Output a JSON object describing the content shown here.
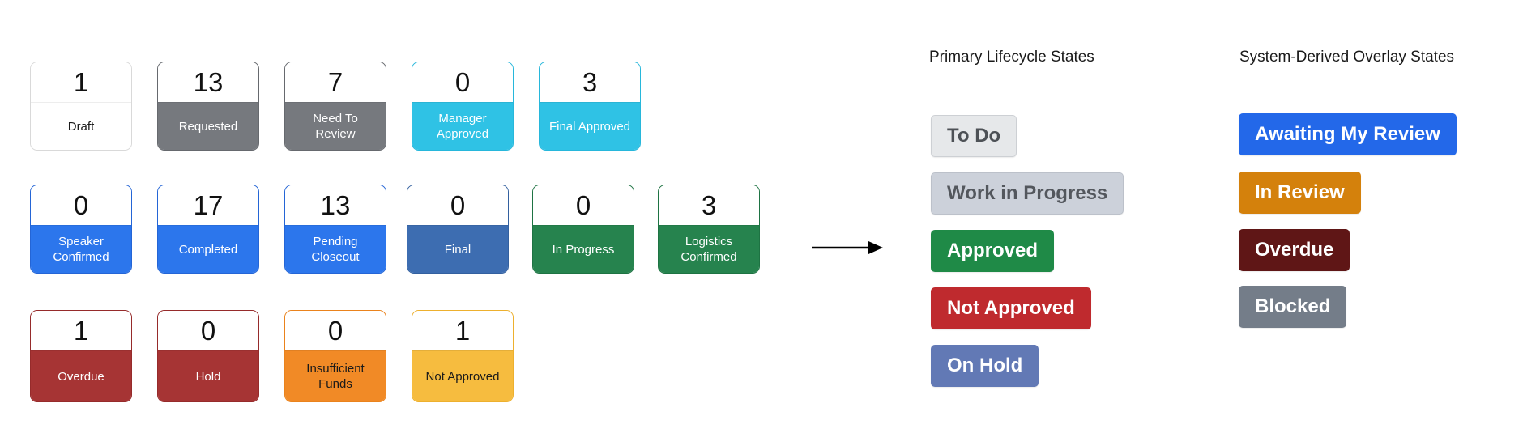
{
  "cards": [
    {
      "count": "1",
      "label": "Draft",
      "color": "#ffffff",
      "text_color": "#1a1a1a",
      "border_color": "#d9d9d9"
    },
    {
      "count": "13",
      "label": "Requested",
      "color": "#76797e",
      "text_color": "#ffffff",
      "border_color": "#66696e"
    },
    {
      "count": "7",
      "label": "Need To Review",
      "color": "#76797e",
      "text_color": "#ffffff",
      "border_color": "#66696e"
    },
    {
      "count": "0",
      "label": "Manager Approved",
      "color": "#2fc2e5",
      "text_color": "#ffffff",
      "border_color": "#27b7db"
    },
    {
      "count": "3",
      "label": "Final Approved",
      "color": "#2fc2e5",
      "text_color": "#ffffff",
      "border_color": "#27b7db"
    },
    {
      "count": "0",
      "label": "Speaker Confirmed",
      "color": "#2c76ec",
      "text_color": "#ffffff",
      "border_color": "#2465d6"
    },
    {
      "count": "17",
      "label": "Completed",
      "color": "#2c76ec",
      "text_color": "#ffffff",
      "border_color": "#2465d6"
    },
    {
      "count": "13",
      "label": "Pending Closeout",
      "color": "#2c76ec",
      "text_color": "#ffffff",
      "border_color": "#2465d6"
    },
    {
      "count": "0",
      "label": "Final",
      "color": "#3d6db1",
      "text_color": "#ffffff",
      "border_color": "#33609f"
    },
    {
      "count": "0",
      "label": "In Progress",
      "color": "#26834e",
      "text_color": "#ffffff",
      "border_color": "#1e7343"
    },
    {
      "count": "3",
      "label": "Logistics Confirmed",
      "color": "#26834e",
      "text_color": "#ffffff",
      "border_color": "#1e7343"
    },
    {
      "count": "1",
      "label": "Overdue",
      "color": "#a63434",
      "text_color": "#ffffff",
      "border_color": "#962b2b"
    },
    {
      "count": "0",
      "label": "Hold",
      "color": "#a63434",
      "text_color": "#ffffff",
      "border_color": "#962b2b"
    },
    {
      "count": "0",
      "label": "Insufficient Funds",
      "color": "#f18a26",
      "text_color": "#1a1a1a",
      "border_color": "#ea831d"
    },
    {
      "count": "1",
      "label": "Not Approved",
      "color": "#f6bc3f",
      "text_color": "#1a1a1a",
      "border_color": "#edb02e"
    }
  ],
  "flow": {
    "arrow_icon": "arrow-right",
    "arrow_color": "#000000"
  },
  "primary_states": {
    "title": "Primary Lifecycle States",
    "items": [
      {
        "label": "To Do",
        "bg": "#e6e8ea",
        "color": "#4d5156",
        "border": "#cdd0d4"
      },
      {
        "label": "Work in Progress",
        "bg": "#ccd1da",
        "color": "#53575d",
        "border": "#bcc1ca"
      },
      {
        "label": "Approved",
        "bg": "#1f8a47",
        "color": "#ffffff",
        "border": "#1f8a47"
      },
      {
        "label": "Not Approved",
        "bg": "#bf2a2e",
        "color": "#ffffff",
        "border": "#bf2a2e"
      },
      {
        "label": "On Hold",
        "bg": "#6279b5",
        "color": "#ffffff",
        "border": "#6279b5"
      }
    ]
  },
  "overlay_states": {
    "title": "System-Derived Overlay States",
    "items": [
      {
        "label": "Awaiting My Review",
        "bg": "#2368e9",
        "color": "#ffffff",
        "border": "#2368e9"
      },
      {
        "label": "In Review",
        "bg": "#d4810c",
        "color": "#ffffff",
        "border": "#d4810c"
      },
      {
        "label": "Overdue",
        "bg": "#5f1616",
        "color": "#ffffff",
        "border": "#5f1616"
      },
      {
        "label": "Blocked",
        "bg": "#747d89",
        "color": "#ffffff",
        "border": "#747d89"
      }
    ]
  }
}
